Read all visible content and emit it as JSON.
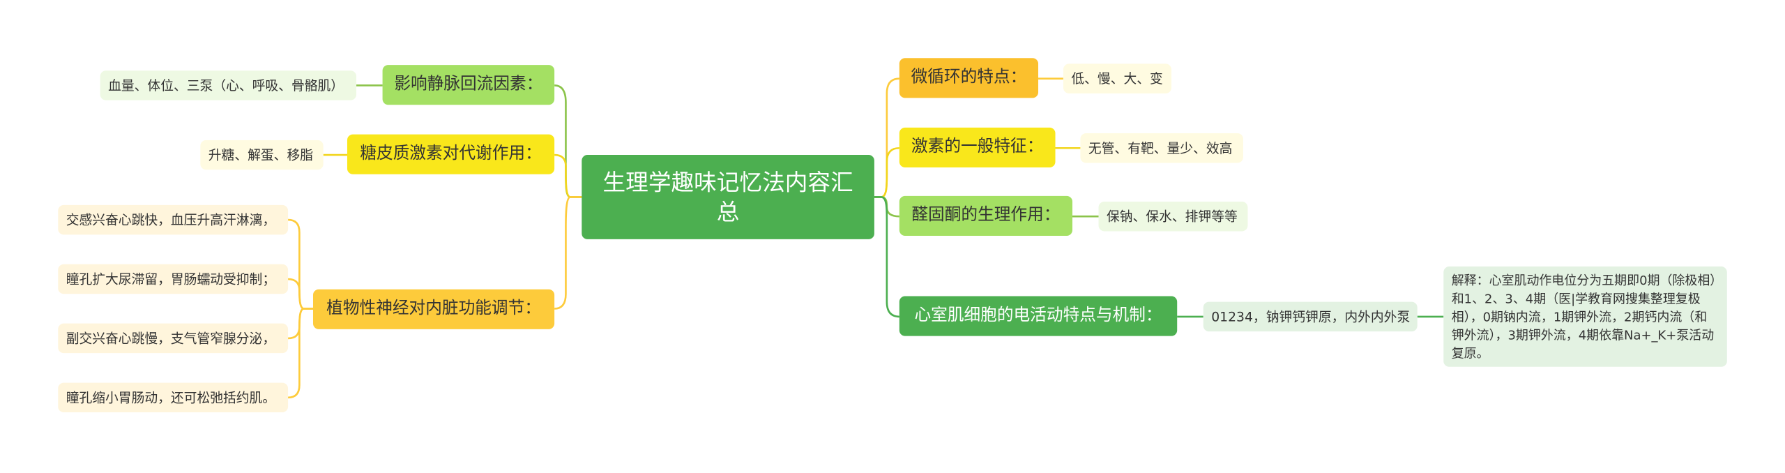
{
  "colors": {
    "root": "#4caf50",
    "branch_light_green": "#a4e063",
    "branch_yellow": "#f9e71b",
    "branch_gold": "#fdcb3b",
    "branch_orange": "#fbc02d",
    "branch_dark_green": "#4caf50",
    "link_green": "#8bc34a",
    "link_yellow": "#f2d51b",
    "link_dark_green": "#4caf50"
  },
  "root": {
    "label": "生理学趣味记忆法内容汇总"
  },
  "left": {
    "venous_return": {
      "label": "影响静脉回流因素：",
      "leaves": [
        "血量、体位、三泵（心、呼吸、骨骼肌）"
      ]
    },
    "glucocorticoid": {
      "label": "糖皮质激素对代谢作用：",
      "leaves": [
        "升糖、解蛋、移脂"
      ]
    },
    "autonomic": {
      "label": "植物性神经对内脏功能调节：",
      "leaves": [
        "交感兴奋心跳快，血压升高汗淋漓，",
        "瞳孔扩大尿滞留，胃肠蠕动受抑制；",
        "副交兴奋心跳慢，支气管窄腺分泌，",
        "瞳孔缩小胃肠动，还可松弛括约肌。"
      ]
    }
  },
  "right": {
    "microcirculation": {
      "label": "微循环的特点：",
      "leaves": [
        "低、慢、大、变"
      ]
    },
    "hormone": {
      "label": "激素的一般特征：",
      "leaves": [
        "无管、有靶、量少、效高"
      ]
    },
    "aldosterone": {
      "label": "醛固酮的生理作用：",
      "leaves": [
        "保钠、保水、排钾等等"
      ]
    },
    "myocardium": {
      "label": "心室肌细胞的电活动特点与机制：",
      "leaves": [
        "01234，钠钾钙钾原，内外内外泵"
      ],
      "explanation": "解释：心室肌动作电位分为五期即0期（除极相）和1、2、3、4期（医|学教育网搜集整理复极相），0期钠内流，1期钾外流，2期钙内流（和钾外流），3期钾外流，4期依靠Na+_K+泵活动复原。"
    }
  }
}
